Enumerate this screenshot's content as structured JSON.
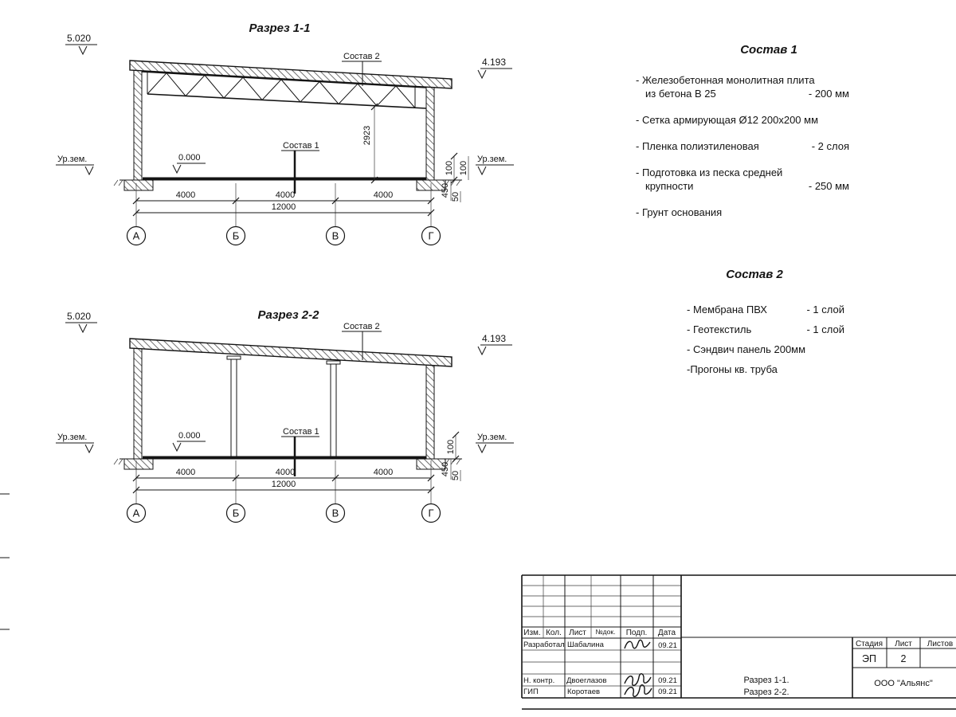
{
  "sections": {
    "s1": {
      "title": "Разрез 1-1",
      "elev_left": "5.020",
      "elev_right": "4.193",
      "callout_top": "Состав 2",
      "callout_floor": "Состав 1",
      "ground_left": "Ур.зем.",
      "ground_right": "Ур.зем.",
      "zero": "0.000",
      "truss_height": "2923",
      "dim_100_a": "100",
      "dim_100_b": "100",
      "dim_450": "450",
      "dim_50": "50",
      "span_1": "4000",
      "span_2": "4000",
      "span_3": "4000",
      "total": "12000",
      "axis_1": "А",
      "axis_2": "Б",
      "axis_3": "В",
      "axis_4": "Г"
    },
    "s2": {
      "title": "Разрез 2-2",
      "elev_left": "5.020",
      "elev_right": "4.193",
      "callout_top": "Состав 2",
      "callout_floor": "Состав 1",
      "ground_left": "Ур.зем.",
      "ground_right": "Ур.зем.",
      "zero": "0.000",
      "dim_100": "100",
      "dim_450": "450",
      "dim_50": "50",
      "span_1": "4000",
      "span_2": "4000",
      "span_3": "4000",
      "total": "12000",
      "axis_1": "А",
      "axis_2": "Б",
      "axis_3": "В",
      "axis_4": "Г"
    }
  },
  "sostav1": {
    "title": "Состав 1",
    "items": [
      {
        "line1": "- Железобетонная  монолитная плита",
        "line2": "из бетона В 25",
        "value": "- 200 мм"
      },
      {
        "line1": "- Сетка армирующая Ø12 200x200 мм",
        "line2": "",
        "value": ""
      },
      {
        "line1": "- Пленка полиэтиленовая",
        "line2": "",
        "value": "- 2 слоя"
      },
      {
        "line1": "- Подготовка из песка средней",
        "line2": "крупности",
        "value": "- 250 мм"
      },
      {
        "line1": "- Грунт основания",
        "line2": "",
        "value": ""
      }
    ]
  },
  "sostav2": {
    "title": "Состав 2",
    "items": [
      {
        "line1": "- Мембрана ПВХ",
        "value": "- 1 слой"
      },
      {
        "line1": "- Геотекстиль",
        "value": "- 1 слой"
      },
      {
        "line1": "- Сэндвич панель 200мм",
        "value": ""
      },
      {
        "line1": "-Прогоны кв. труба",
        "value": ""
      }
    ]
  },
  "titleblock": {
    "col_izm": "Изм.",
    "col_kol": "Кол.",
    "col_list": "Лист",
    "col_ndok": "№док.",
    "col_podp": "Подп.",
    "col_data": "Дата",
    "row1_role": "Разработал",
    "row1_name": "Шабалина",
    "row1_date": "09.21",
    "row2_role": "Н. контр.",
    "row2_name": "Двоеглазов",
    "row2_date": "09.21",
    "row3_role": "ГИП",
    "row3_name": "Коротаев",
    "row3_date": "09.21",
    "doc_line1": "Разрез 1-1.",
    "doc_line2": "Разрез 2-2.",
    "stage_label": "Стадия",
    "sheet_label": "Лист",
    "sheets_label": "Листов",
    "stage_value": "ЭП",
    "sheet_value": "2",
    "company": "ООО \"Альянс\""
  }
}
